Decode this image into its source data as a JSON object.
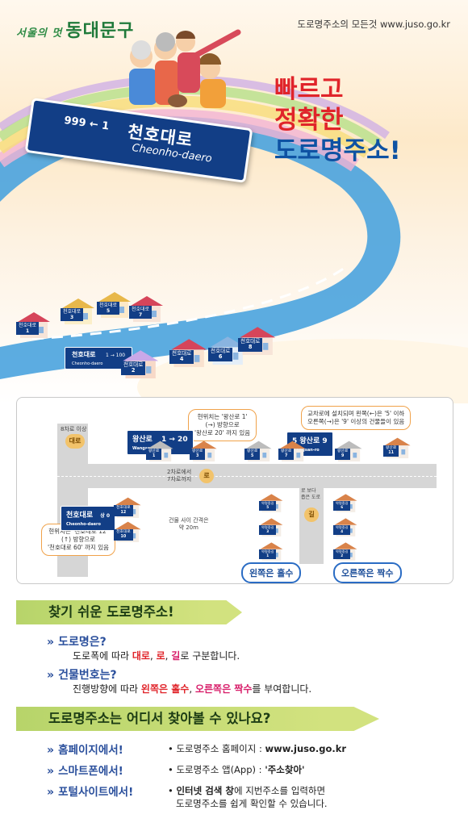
{
  "header": {
    "logo_script": "서울의 멋",
    "logo_main": "동대문구",
    "site_text": "도로명주소의 모든것 www.juso.go.kr"
  },
  "hero": {
    "slogan": [
      "빠르고",
      "정확한",
      "도로명주소!"
    ],
    "sign": {
      "number": "999 ← 1",
      "name": "천호대로",
      "romanized": "Cheonho-daero"
    },
    "street_sign": {
      "name": "천호대로",
      "arrow": "1 → 100",
      "romanized": "Cheonho-daero"
    },
    "houses": [
      {
        "label": "천호대로",
        "num": "1"
      },
      {
        "label": "천호대로",
        "num": "3"
      },
      {
        "label": "천호대로",
        "num": "5"
      },
      {
        "label": "천호대로",
        "num": "7"
      },
      {
        "label": "천호대로",
        "num": "2"
      },
      {
        "label": "천호대로",
        "num": "4"
      },
      {
        "label": "천호대로",
        "num": "6"
      },
      {
        "label": "천호대로",
        "num": "8"
      }
    ]
  },
  "diagram": {
    "width_note": "8차로 이상",
    "daero_badge": "대로",
    "ro_badge": "로",
    "gil_badge": "길",
    "lane_note": [
      "2차로에서",
      "7차로까지"
    ],
    "gil_note": [
      "로 보다",
      "좁은 도로"
    ],
    "gap_note": [
      "건물 사이 간격은",
      "약 20m"
    ],
    "bubble_left": [
      "현위치는 '천호대로 12'",
      "(↑) 방향으로",
      "'천호대로 60' 까지 있음"
    ],
    "bubble_top": [
      "현위치는 '왕산로 1'",
      "(→) 방향으로",
      "'왕산로 20' 까지 있음"
    ],
    "bubble_right": [
      "교차로에 설치되며 왼쪽(←)은 '5' 이하",
      "오른쪽(→)은 '9' 이상의 건물들이 있음"
    ],
    "sign_wangsan_left": {
      "name": "왕산로",
      "arrow": "1 → 20",
      "roman": "Wangsan-ro"
    },
    "sign_wangsan_right": {
      "name": "5  왕산로  9",
      "roman": "Wangsan-ro"
    },
    "sign_cheonho": {
      "name": "천호대로",
      "arrow": "상 0",
      "roman": "Cheonho-daero"
    },
    "top_buildings": [
      {
        "label": "왕산로",
        "num": "1"
      },
      {
        "label": "왕산로",
        "num": "3"
      },
      {
        "label": "왕산로",
        "num": "5"
      },
      {
        "label": "왕산로",
        "num": "7"
      },
      {
        "label": "왕산로",
        "num": "9"
      },
      {
        "label": "왕산로",
        "num": "11"
      }
    ],
    "left_buildings": [
      {
        "label": "천호대로",
        "num": "12"
      },
      {
        "label": "천호대로",
        "num": "10"
      }
    ],
    "gil_left": [
      {
        "label": "약령중길",
        "num": "5"
      },
      {
        "label": "약령중길",
        "num": "3"
      },
      {
        "label": "약령중길",
        "num": "1"
      }
    ],
    "gil_right": [
      {
        "label": "약령중길",
        "num": "6"
      },
      {
        "label": "약령중길",
        "num": "4"
      },
      {
        "label": "약령중길",
        "num": "2"
      }
    ],
    "pill_left": "왼쪽은 홀수",
    "pill_right": "오른쪽은 짝수"
  },
  "section1": {
    "title": "찾기 쉬운 도로명주소!",
    "q1": "도로명은?",
    "a1_parts": [
      "도로폭에 따라 ",
      "대로",
      ", ",
      "로",
      ", ",
      "길",
      "로 구분합니다."
    ],
    "q2": "건물번호는?",
    "a2_parts": [
      "진행방향에 따라 ",
      "왼쪽은 홀수",
      ", ",
      "오른쪽은 짝수",
      "를 부여합니다."
    ]
  },
  "section2": {
    "title": "도로명주소는 어디서 찾아볼 수 있나요?",
    "items": [
      {
        "head": "홈페이지에서!",
        "desc_pre": "• 도로명주소 홈페이지 : ",
        "desc_bold": "www.juso.go.kr",
        "desc_post": ""
      },
      {
        "head": "스마트폰에서!",
        "desc_pre": "• 도로명주소 앱(App) : ",
        "desc_bold": "'주소찾아'",
        "desc_post": ""
      },
      {
        "head": "포털사이트에서!",
        "desc_pre": "• ",
        "desc_bold": "인터넷 검색 창",
        "desc_post": "에 지번주소를 입력하면",
        "desc_line2": "도로명주소를 쉽게 확인할 수 있습니다."
      }
    ]
  },
  "colors": {
    "navy": "#123e86",
    "red": "#e0242a",
    "pink": "#d81e6a",
    "green": "#b7d46a"
  }
}
